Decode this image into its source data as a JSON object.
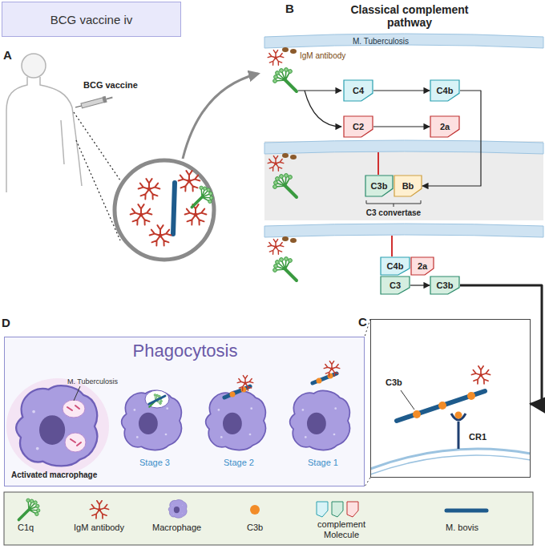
{
  "diagram": {
    "title": "BCG vaccine iv",
    "nodes": [
      {
        "text": [
          "C4"
        ]
      },
      {
        "text": [
          "C4b"
        ]
      },
      {
        "text": [
          "C2"
        ]
      },
      {
        "text": [
          "2a"
        ]
      },
      {
        "text": [
          "C3 convertase"
        ]
      },
      {
        "text": [
          "C3b"
        ],
        "in": 4
      },
      {
        "text": [
          "Bb"
        ],
        "in": 4
      },
      {
        "text": [
          "C4b"
        ]
      },
      {
        "text": [
          "2a"
        ]
      },
      {
        "text": [
          "C3"
        ]
      },
      {
        "text": [
          "C3b"
        ]
      },
      {
        "text": [
          "C",
          "C3b",
          "CR1"
        ]
      },
      {
        "text": [
          "D",
          "Phagocytosis",
          "M. Tuberculosis",
          "Stage 3",
          "Stage 2",
          "Stage 1",
          "Activated macrophage"
        ]
      }
    ],
    "edges": [
      {
        "from": 0,
        "to": 1,
        "arrow": "to"
      },
      {
        "from": 2,
        "to": 3,
        "arrow": "to"
      },
      {
        "from": 1,
        "to": 4,
        "arrow": "to"
      },
      {
        "from": 9,
        "to": 10,
        "arrow": "to"
      },
      {
        "from": 10,
        "to": 11,
        "arrow": "to"
      }
    ],
    "labels": [
      "A",
      "BCG vaccine",
      "B",
      "Classical complement pathway",
      "M. Tuberculosis",
      "IgM antibody"
    ],
    "legend": [
      {
        "text": "C1q"
      },
      {
        "text": "IgM antibody"
      },
      {
        "text": "Macrophage"
      },
      {
        "text": "C3b",
        "color": "#f28c28"
      },
      {
        "text": "complement Molecule"
      },
      {
        "text": "M. bovis"
      }
    ]
  }
}
